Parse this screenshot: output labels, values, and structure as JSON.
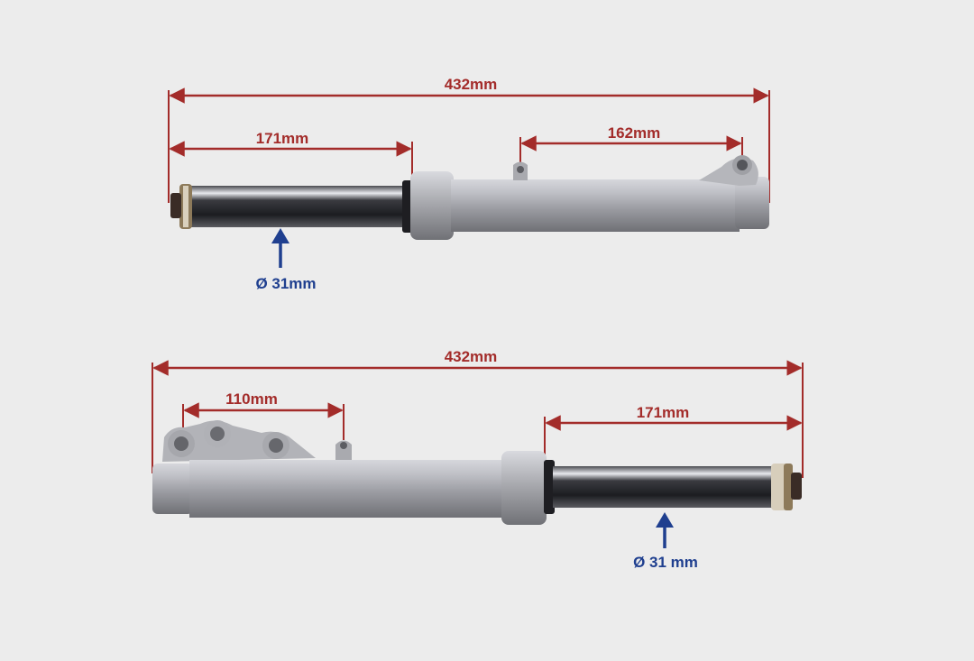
{
  "colors": {
    "background": "#ececec",
    "dimension_red": "#a32c2a",
    "diameter_blue": "#1f3f8f",
    "tube_silver": "#a8a9ae",
    "stanchion_chrome": "#2a2b30"
  },
  "top_fork": {
    "overall_length": "432mm",
    "stanchion_length": "171mm",
    "mount_spacing": "162mm",
    "stanchion_diameter": "Ø 31mm"
  },
  "bottom_fork": {
    "overall_length": "432mm",
    "mount_spacing": "110mm",
    "stanchion_length": "171mm",
    "stanchion_diameter": "Ø 31 mm"
  }
}
